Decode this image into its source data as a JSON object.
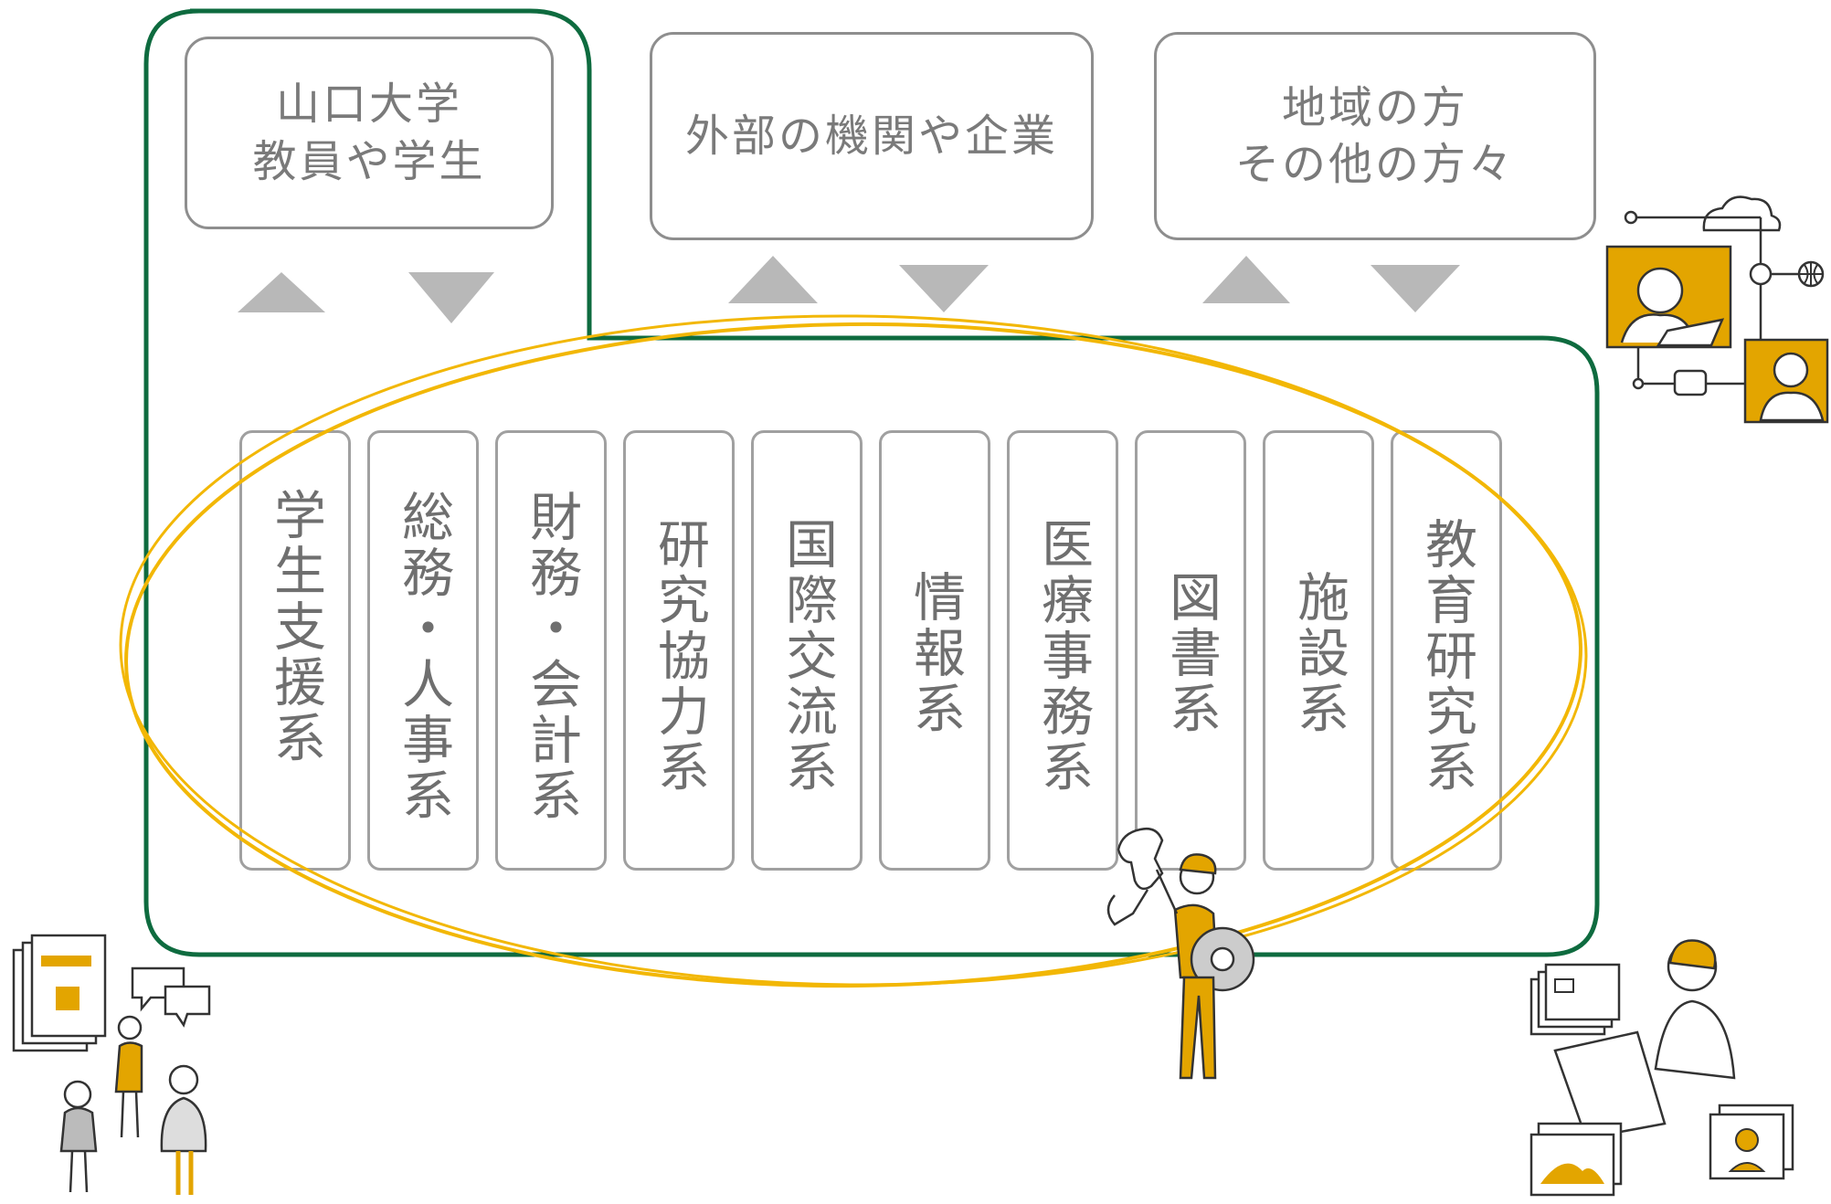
{
  "stakeholders": [
    {
      "id": "university",
      "lines": [
        "山口大学",
        "教員や学生"
      ]
    },
    {
      "id": "external",
      "lines": [
        "外部の機関や企業"
      ]
    },
    {
      "id": "community",
      "lines": [
        "地域の方",
        "その他の方々"
      ]
    }
  ],
  "departments": [
    "学生支援系",
    "総務・人事系",
    "財務・会計系",
    "研究協力系",
    "国際交流系",
    "情報系",
    "医療事務系",
    "図書系",
    "施設系",
    "教育研究系"
  ],
  "colors": {
    "frame_green": "#0e6b3f",
    "ellipse_gold": "#f2b705",
    "arrow_gray": "#b8b8b8",
    "box_border": "#8e8e8e",
    "text_gray": "#7a7a7a",
    "illustration_orange": "#e3a500"
  },
  "icons": [
    "arrow-up-icon",
    "arrow-down-icon",
    "online-meeting-illustration",
    "people-discussion-illustration",
    "worker-wrench-illustration",
    "computer-user-illustration"
  ]
}
